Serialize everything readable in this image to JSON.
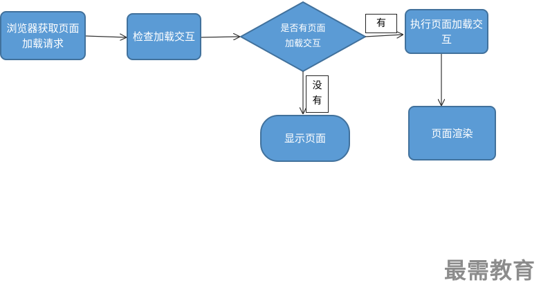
{
  "diagram": {
    "nodes": {
      "request": "浏览器获取页面加载请求",
      "check": "检查加载交互",
      "decision_line1": "是否有页面",
      "decision_line2": "加载交互",
      "execute": "执行页面加载交互",
      "display": "显示页面",
      "render": "页面渲染"
    },
    "edge_labels": {
      "yes": "有",
      "no_line1": "没",
      "no_line2": "有"
    }
  },
  "watermark": "最需教育",
  "corner_mark": "ˇ",
  "colors": {
    "node_fill": "#5b9bd5",
    "node_border": "#41719c",
    "edge": "#333333",
    "watermark": "#8c8c8c"
  }
}
